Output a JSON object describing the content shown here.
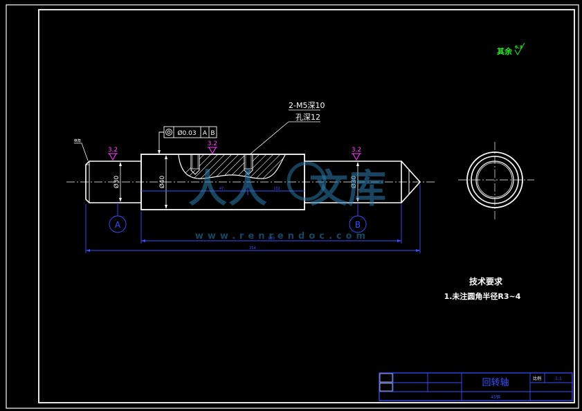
{
  "surface_note": {
    "label": "其余",
    "roughness": "6.3"
  },
  "hole_note": {
    "line1": "2-M5深10",
    "line2": "孔深12"
  },
  "tolerance_frame": {
    "value": "Ø0.03",
    "datum1": "A",
    "datum2": "B"
  },
  "roughness_marks": {
    "left": "3.2",
    "middle": "3.2",
    "right": "3.2"
  },
  "diameters": {
    "left": "Ø30",
    "middle": "Ø40",
    "right": "Ø30"
  },
  "datums": {
    "a": "A",
    "b": "B"
  },
  "chamfer_label": "倒角",
  "dimensions": {
    "d1": "47",
    "d2": "102",
    "d3": "180",
    "d4": "254"
  },
  "tech_requirements": {
    "title": "技术要求",
    "item1": "1.未注圆角半径R3~4"
  },
  "title_block": {
    "part_name": "回转轴",
    "scale_label": "比例",
    "scale_value": "1:1",
    "material": "45钢"
  },
  "watermark": {
    "text_a": "人",
    "text_b": "人",
    "text_c": "文",
    "text_d": "库",
    "url": "www.renrendoc.com"
  },
  "colors": {
    "background": "#000000",
    "lines": "#ffffff",
    "dimensions": "#3a52ff",
    "roughness": "#ff44ff",
    "note": "#22ee22"
  }
}
